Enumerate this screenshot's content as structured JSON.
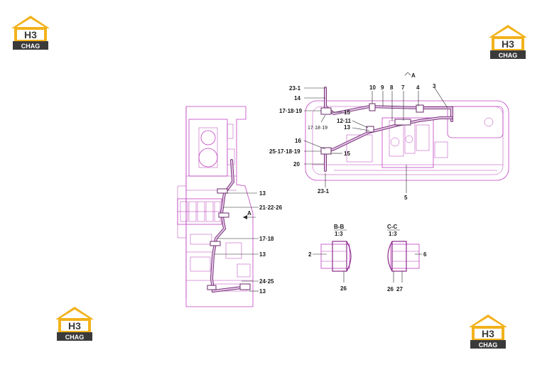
{
  "logo": {
    "brand_top": "H3",
    "brand_bottom": "CHAG",
    "color_yellow": "#f2b21c",
    "color_dark": "#3a3a3a"
  },
  "view_markers": {
    "a_top": "A",
    "a_left": "A"
  },
  "section_bb": {
    "title": "B-B",
    "scale": "1:3"
  },
  "section_cc": {
    "title": "C-C",
    "scale": "1:3"
  },
  "labels_top": {
    "l23_1_top": "23-1",
    "l14": "14",
    "l17_18_19_a": "17·18·19",
    "l15_a": "15",
    "l17_18_19_b": "17·18·19",
    "l10": "10",
    "l9": "9",
    "l8": "8",
    "l7": "7",
    "l4": "4",
    "l3": "3",
    "l12_11": "12·11",
    "l13_top": "13",
    "l16": "16",
    "l25_17_18_19": "25·17·18·19",
    "l15_b": "15",
    "l20": "20",
    "l23_1_bottom": "23-1",
    "l5": "5"
  },
  "labels_left": {
    "l13_a": "13",
    "l21_22_26": "21·22·26",
    "l17_18": "17·18",
    "l13_b": "13",
    "l24_25": "24·25",
    "l13_c": "13"
  },
  "labels_sections": {
    "l2": "2",
    "l26_bb": "26",
    "l6": "6",
    "l26_cc": "26",
    "l27": "27"
  }
}
